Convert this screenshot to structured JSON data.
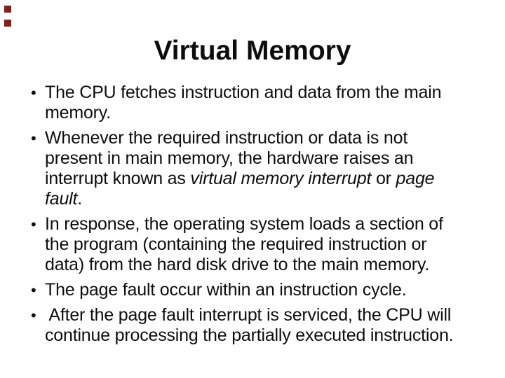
{
  "slide": {
    "title": "Virtual Memory",
    "bullet_char": "•",
    "colors": {
      "background": "#ffffff",
      "text": "#0d0d0d",
      "corner_square": "#8b1a1a"
    },
    "bullets": [
      {
        "lines": [
          [
            {
              "t": "The CPU fetches instruction and data from the main",
              "i": false
            }
          ],
          [
            {
              "t": "memory.",
              "i": false
            }
          ]
        ]
      },
      {
        "lines": [
          [
            {
              "t": "Whenever the required instruction or data is not",
              "i": false
            }
          ],
          [
            {
              "t": "present in main memory, the hardware raises an",
              "i": false
            }
          ],
          [
            {
              "t": "interrupt known as ",
              "i": false
            },
            {
              "t": "virtual memory interrupt",
              "i": true
            },
            {
              "t": " or ",
              "i": false
            },
            {
              "t": "page",
              "i": true
            }
          ],
          [
            {
              "t": "fault",
              "i": true
            },
            {
              "t": ".",
              "i": false
            }
          ]
        ]
      },
      {
        "lines": [
          [
            {
              "t": "In response, the operating system loads a section of",
              "i": false
            }
          ],
          [
            {
              "t": "the program (containing the required instruction or",
              "i": false
            }
          ],
          [
            {
              "t": "data) from the hard disk drive to the main memory.",
              "i": false
            }
          ]
        ]
      },
      {
        "lines": [
          [
            {
              "t": "The page fault occur within an instruction cycle.",
              "i": false
            }
          ]
        ]
      },
      {
        "lines": [
          [
            {
              "t": " After the page fault interrupt is serviced, the CPU will",
              "i": false
            }
          ],
          [
            {
              "t": "continue processing the partially executed instruction.",
              "i": false
            }
          ]
        ]
      }
    ]
  }
}
